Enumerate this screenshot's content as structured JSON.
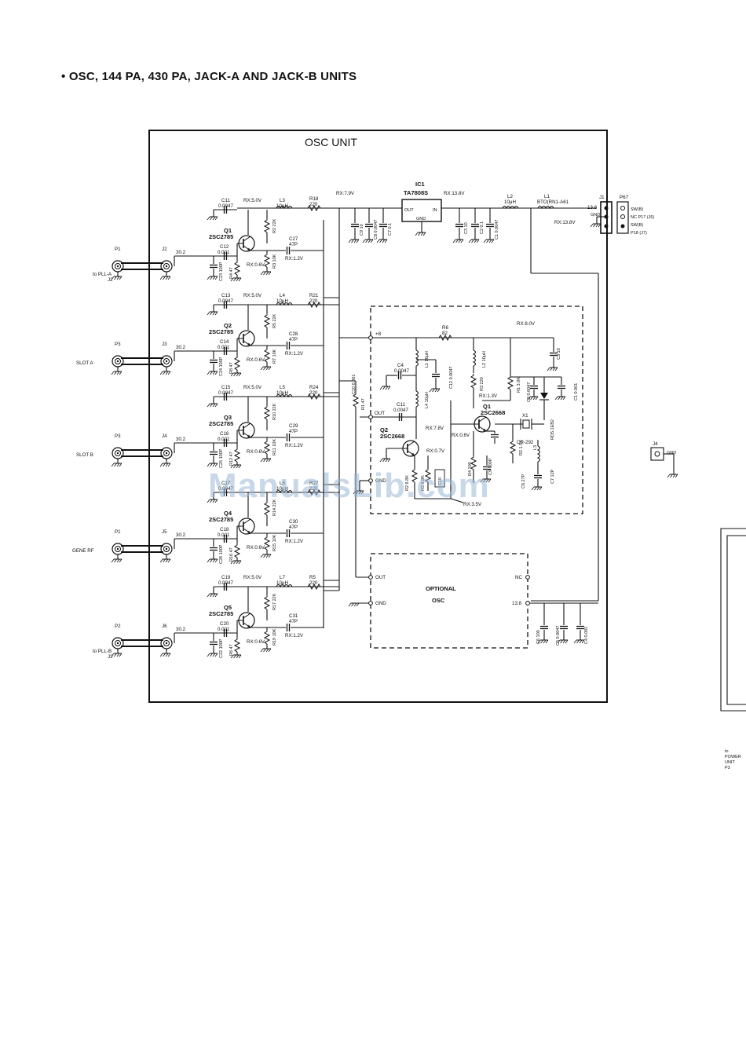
{
  "heading": "• OSC, 144 PA, 430 PA, JACK-A AND JACK-B UNITS",
  "unit_title": "OSC UNIT",
  "watermark": "ManualsLib.com",
  "ic1": {
    "ref": "IC1",
    "part": "TA7808S",
    "out": "OUT",
    "in": "IN",
    "gnd": "GND",
    "plus": "+8",
    "rx_in": "RX:13.8V"
  },
  "supply": {
    "rx79": "RX:7.9V",
    "r18": "R18",
    "r18v": "220",
    "l2": "L2",
    "l2v": "10μH",
    "l1": "L1",
    "l1v": "BTO(RN1-A61",
    "rx138": "RX:13.8V",
    "c9": "C9 10",
    "c8": "C8 0.0047",
    "c7": "C7 0.1",
    "c3": "C3 10",
    "c2": "C2 0.1",
    "c1": "C1 0.0047"
  },
  "j1": {
    "ref": "J1",
    "v138": "13.8",
    "gnd": "GND"
  },
  "p67": {
    "ref": "P67",
    "lines": [
      "SW(B)",
      "NC P17 (J6)",
      "SW(B)",
      "P18 (J7)"
    ]
  },
  "stages": [
    {
      "q": "Q1",
      "part": "2SC2785",
      "cin": "C12",
      "cinv": "0.001",
      "ctop": "C11",
      "ctopv": "0.0047",
      "rx5": "RX:5.0V",
      "lref": "L3",
      "lval": "10μH",
      "rref": "R18",
      "rval": "220",
      "rb": "R2 22K",
      "re": "R3 10K",
      "cb": "C23 100P",
      "rbe": "R4 47",
      "cout": "C27",
      "coutv": "47P",
      "rxb": "RX:0.6V",
      "rxe": "RX:1.2V",
      "pin": "P1",
      "jack": "J2",
      "lvl": "30.2",
      "left": "to PLL-A",
      "left2": "J2"
    },
    {
      "q": "Q2",
      "part": "2SC2785",
      "cin": "C14",
      "cinv": "0.001",
      "ctop": "C13",
      "ctopv": "0.0047",
      "rx5": "RX:5.0V",
      "lref": "L4",
      "lval": "10μH",
      "rref": "R21",
      "rval": "220",
      "rb": "R5 22K",
      "re": "R7 10K",
      "cb": "C24 100P",
      "rbe": "R8 47",
      "cout": "C28",
      "coutv": "47P",
      "rxb": "RX:0.6V",
      "rxe": "RX:1.2V",
      "pin": "P3",
      "jack": "J3",
      "lvl": "30.2",
      "left": "SLOT A",
      "left2": ""
    },
    {
      "q": "Q3",
      "part": "2SC2785",
      "cin": "C16",
      "cinv": "0.001",
      "ctop": "C15",
      "ctopv": "0.0047",
      "rx5": "RX:5.0V",
      "lref": "L5",
      "lval": "10μH",
      "rref": "R24",
      "rval": "220",
      "rb": "R10 22K",
      "re": "R11 10K",
      "cb": "C25 100P",
      "rbe": "R12 47",
      "cout": "C29",
      "coutv": "47P",
      "rxb": "RX:0.6V",
      "rxe": "RX:1.2V",
      "pin": "P3",
      "jack": "J4",
      "lvl": "30.2",
      "left": "SLOT B",
      "left2": ""
    },
    {
      "q": "Q4",
      "part": "2SC2785",
      "cin": "C18",
      "cinv": "0.001",
      "ctop": "C17",
      "ctopv": "0.0047",
      "rx5": "",
      "lref": "L6",
      "lval": "10μH",
      "rref": "R27",
      "rval": "220",
      "rb": "R14 22K",
      "re": "R15 10K",
      "cb": "C26 100P",
      "rbe": "R16 47",
      "cout": "C30",
      "coutv": "47P",
      "rxb": "RX:0.6V",
      "rxe": "RX:1.2V",
      "pin": "P1",
      "jack": "J5",
      "lvl": "30.2",
      "left": "GENE RF",
      "left2": ""
    },
    {
      "q": "Q5",
      "part": "2SC2785",
      "cin": "C20",
      "cinv": "0.001",
      "ctop": "C19",
      "ctopv": "0.0047",
      "rx5": "RX:5.0V",
      "lref": "L7",
      "lval": "10μH",
      "rref": "R5",
      "rval": "220",
      "rb": "R17 22K",
      "re": "R19 10K",
      "cb": "C22 100P",
      "rbe": "R6 47",
      "cout": "C31",
      "coutv": "47P",
      "rxb": "RX:0.6V",
      "rxe": "RX:1.2V",
      "pin": "P2",
      "jack": "J6",
      "lvl": "30.2",
      "left": "to PLL-B",
      "left2": "J3"
    }
  ],
  "osc_block": {
    "plus8": "+8",
    "r6": "R6",
    "r6v": "82",
    "rx8": "RX:8.0V",
    "c3": "C3 10",
    "c4": "C4",
    "c4v": "0.0047",
    "l1": "L1 10μH",
    "l2": "L2 10μH",
    "c12": "C12 0.0047",
    "r3": "R3 220",
    "r1": "R1 3.9K",
    "c2": "C2 0.0047",
    "c1": "C1 0.001",
    "rx13": "RX:1.3V",
    "q1": "Q1",
    "q1part": "2SC2668",
    "x1": "X1",
    "x1v": "CR-292",
    "d": "RD5.1EB2",
    "out": "OUT",
    "c11": "C11",
    "c11v": "0.0047",
    "l4": "L4 10μH",
    "rx78": "RX:7.8V",
    "q2": "Q2",
    "q2part": "2SC2668",
    "rx07": "RX:0.7V",
    "rx06": "RX:0.6V",
    "r26": "R2 6.8K",
    "r5": "R5 6.8K",
    "c10": "C10",
    "r4": "R4 100",
    "c9": "C9 100P",
    "r2": "R2 1.5K",
    "c6": "C6 27P",
    "l3": "L3",
    "c7": "C7 12P",
    "gnd": "GND",
    "rx35": "RX:3.5V",
    "c10b": "C10 0.001",
    "r1b": "R1 47"
  },
  "optional": {
    "title1": "OPTIONAL",
    "title2": "OSC",
    "out": "OUT",
    "gnd": "GND",
    "nc": "NC",
    "v138": "13.8",
    "c6": "C6 100",
    "c5": "C5 0.0047",
    "c4": "C4 0.001"
  },
  "j4": {
    "ref": "J4",
    "gnd": "GND"
  },
  "power": {
    "lines": [
      "to",
      "POWER",
      "UNIT",
      "P3"
    ]
  }
}
